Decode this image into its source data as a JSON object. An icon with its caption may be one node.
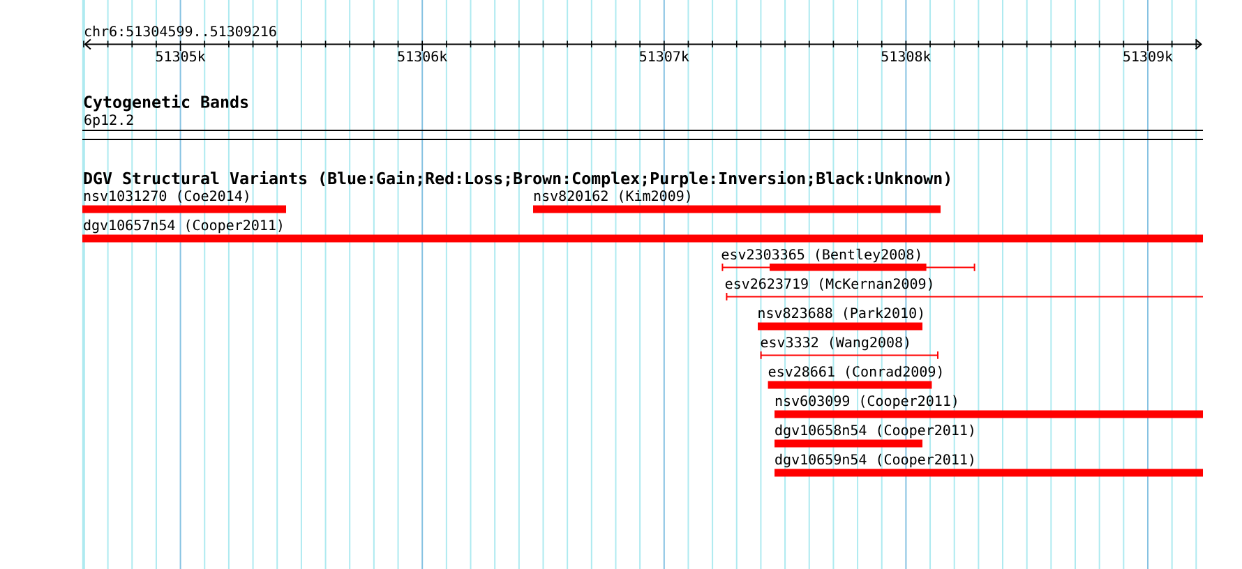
{
  "diagram": {
    "nodes": [
      {
        "text": [
          "6p12.2"
        ]
      },
      {
        "text": [
          "nsv1031270 (Coe2014)"
        ]
      },
      {
        "text": [
          "nsv820162 (Kim2009)"
        ]
      },
      {
        "text": [
          "dgv10657n54 (Cooper2011)"
        ]
      },
      {
        "text": [
          "esv2303365 (Bentley2008)"
        ]
      },
      {
        "text": [
          "esv2623719 (McKernan2009)"
        ]
      },
      {
        "text": [
          "nsv823688 (Park2010)"
        ]
      },
      {
        "text": [
          "esv3332 (Wang2008)"
        ]
      },
      {
        "text": [
          "esv28661 (Conrad2009)"
        ]
      },
      {
        "text": [
          "nsv603099 (Cooper2011)"
        ]
      },
      {
        "text": [
          "dgv10658n54 (Cooper2011)"
        ]
      },
      {
        "text": [
          "dgv10659n54 (Cooper2011)"
        ]
      }
    ],
    "labels": [
      "chr6:51304599..51309216",
      "51305k",
      "51306k",
      "51307k",
      "51308k",
      "51309k",
      "Cytogenetic Bands",
      "DGV Structural Variants (Blue:Gain;Red:Loss;Brown:Complex;Purple:Inversion;Black:Unknown)"
    ]
  }
}
